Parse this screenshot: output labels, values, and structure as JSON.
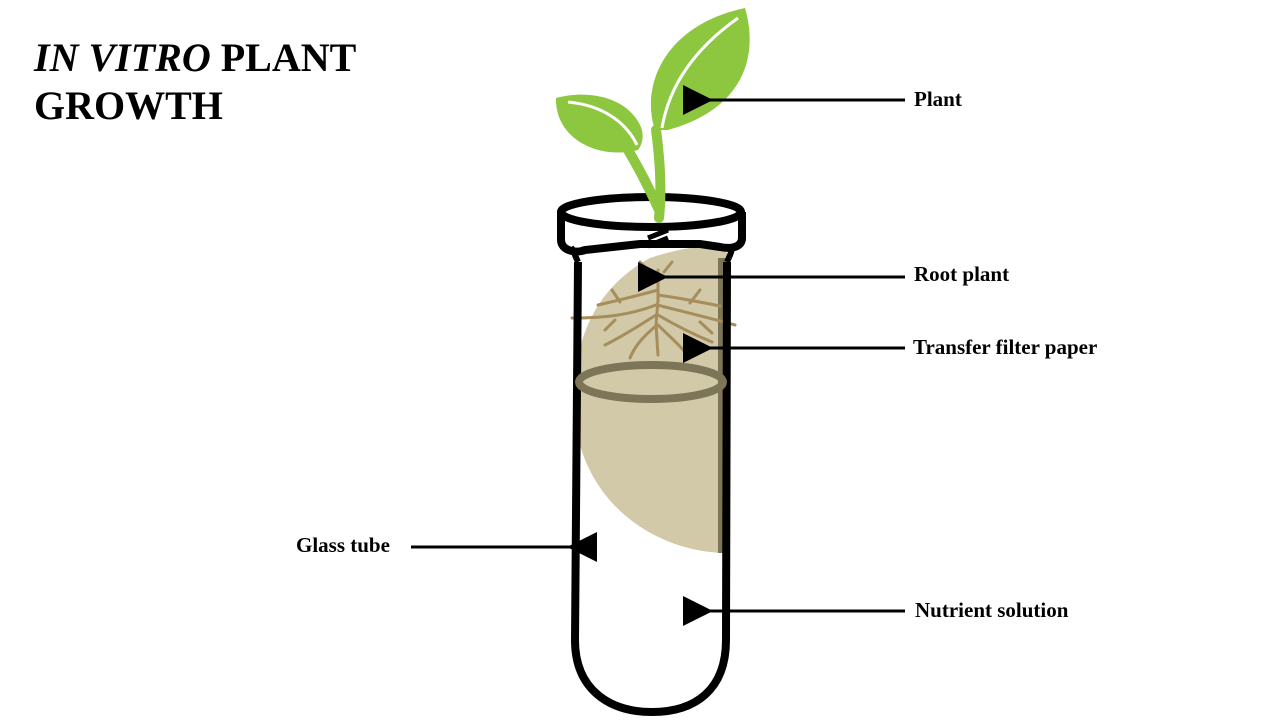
{
  "title": {
    "italic_part": "IN VITRO",
    "rest_part": " PLANT",
    "second_line": "GROWTH"
  },
  "labels": {
    "plant": "Plant",
    "root_plant": "Root plant",
    "transfer_filter_paper": "Transfer filter paper",
    "glass_tube": "Glass tube",
    "nutrient_solution": "Nutrient solution"
  },
  "colors": {
    "leaf": "#8dc63f",
    "filter_paper": "#cfc6a3",
    "root": "#a68d5c",
    "outline": "#000000"
  }
}
